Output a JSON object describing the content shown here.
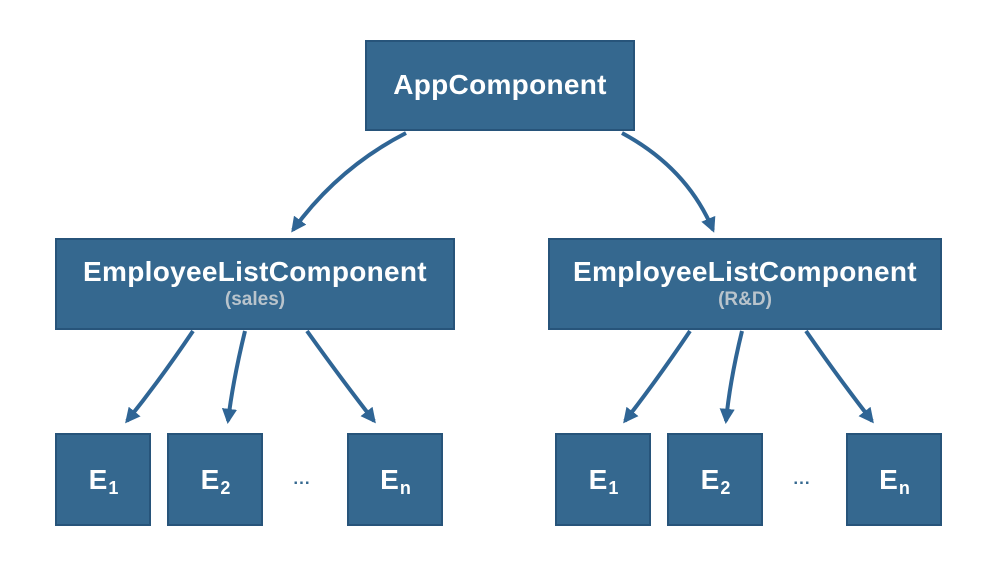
{
  "colors": {
    "background": "#FFFFFF",
    "box_fill": "#35688F",
    "box_border": "#27547A",
    "arrow": "#2F6595",
    "title_text": "#FFFFFF",
    "subtitle_text": "#B9C4CC",
    "ellipsis_text": "#35688F"
  },
  "nodes": {
    "root": {
      "label": "AppComponent"
    },
    "groups": [
      {
        "title": "EmployeeListComponent",
        "subtitle": "(sales)",
        "ellipsis": "...",
        "children": [
          {
            "base": "E",
            "sub": "1"
          },
          {
            "base": "E",
            "sub": "2"
          },
          {
            "base": "E",
            "sub": "n"
          }
        ]
      },
      {
        "title": "EmployeeListComponent",
        "subtitle": "(R&D)",
        "ellipsis": "...",
        "children": [
          {
            "base": "E",
            "sub": "1"
          },
          {
            "base": "E",
            "sub": "2"
          },
          {
            "base": "E",
            "sub": "n"
          }
        ]
      }
    ]
  }
}
